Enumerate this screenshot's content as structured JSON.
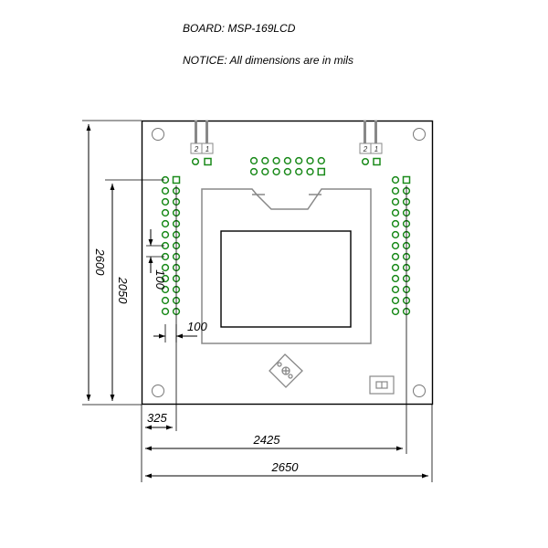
{
  "header": {
    "board": "BOARD: MSP-169LCD",
    "notice": "NOTICE: All dimensions are in mils"
  },
  "dimensions": {
    "height_total": "2600",
    "height_header": "2050",
    "pitch": "100",
    "pitch_horizontal": "100",
    "offset_left": "325",
    "width_header": "2425",
    "width_total": "2650"
  },
  "connectors": {
    "pin_label_2": "2",
    "pin_label_1": "1"
  },
  "colors": {
    "outline": "#000000",
    "pad": "#1a8a1a",
    "silkscreen": "#808080"
  }
}
